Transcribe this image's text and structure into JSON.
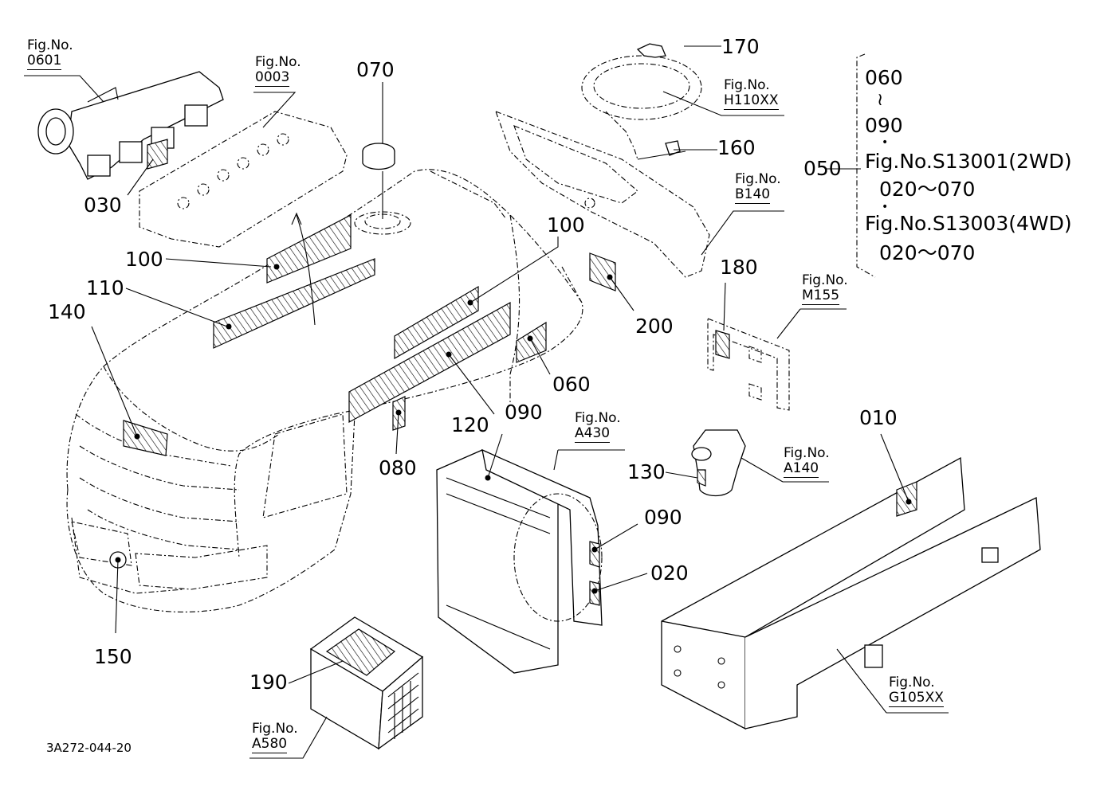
{
  "callouts": [
    {
      "id": "c010",
      "text": "010"
    },
    {
      "id": "c020",
      "text": "020"
    },
    {
      "id": "c030",
      "text": "030"
    },
    {
      "id": "c060",
      "text": "060"
    },
    {
      "id": "c070",
      "text": "070"
    },
    {
      "id": "c080",
      "text": "080"
    },
    {
      "id": "c090a",
      "text": "090"
    },
    {
      "id": "c090b",
      "text": "090"
    },
    {
      "id": "c100a",
      "text": "100"
    },
    {
      "id": "c100b",
      "text": "100"
    },
    {
      "id": "c110",
      "text": "110"
    },
    {
      "id": "c120",
      "text": "120"
    },
    {
      "id": "c130",
      "text": "130"
    },
    {
      "id": "c140",
      "text": "140"
    },
    {
      "id": "c150",
      "text": "150"
    },
    {
      "id": "c160",
      "text": "160"
    },
    {
      "id": "c170",
      "text": "170"
    },
    {
      "id": "c180",
      "text": "180"
    },
    {
      "id": "c190",
      "text": "190"
    },
    {
      "id": "c200",
      "text": "200"
    }
  ],
  "fig_refs": [
    {
      "id": "f0601",
      "label": "Fig.No.",
      "number": "0601"
    },
    {
      "id": "f0003",
      "label": "Fig.No.",
      "number": "0003"
    },
    {
      "id": "fH110",
      "label": "Fig.No.",
      "number": "H110XX"
    },
    {
      "id": "fB140",
      "label": "Fig.No.",
      "number": "B140"
    },
    {
      "id": "fM155",
      "label": "Fig.No.",
      "number": "M155"
    },
    {
      "id": "fA430",
      "label": "Fig.No.",
      "number": "A430"
    },
    {
      "id": "fA140",
      "label": "Fig.No.",
      "number": "A140"
    },
    {
      "id": "fG105",
      "label": "Fig.No.",
      "number": "G105XX"
    },
    {
      "id": "fA580",
      "label": "Fig.No.",
      "number": "A580"
    }
  ],
  "set_note": {
    "callout": "050",
    "range_start": "060",
    "tilde": "≀",
    "range_end": "090",
    "bullet": "•",
    "line1": "Fig.No.S13001(2WD)",
    "line2": "020～070",
    "line3": "Fig.No.S13003(4WD)",
    "line4": "020～070"
  },
  "drawing_code": "3A272-044-20"
}
